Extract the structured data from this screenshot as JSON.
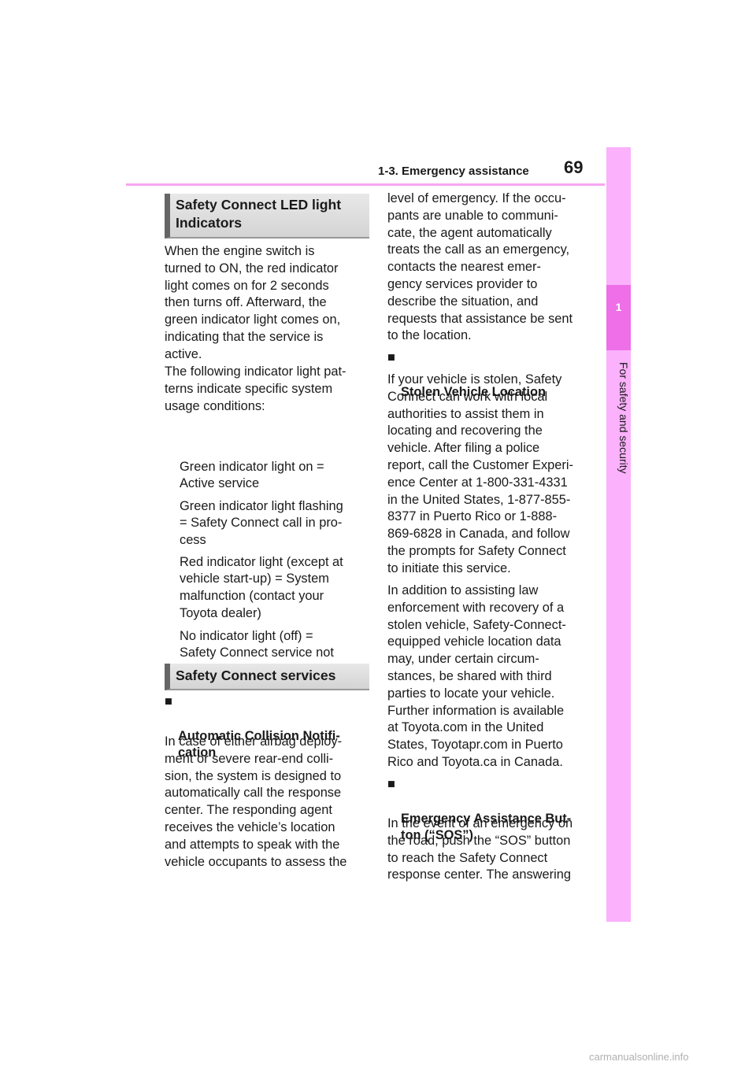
{
  "header": {
    "section_title": "1-3. Emergency assistance",
    "page_number": "69"
  },
  "side_tab": {
    "chapter_number": "1",
    "chapter_label": "For safety and security"
  },
  "left_column": {
    "heading_led": "Safety Connect LED light\nIndicators",
    "p1": "When the engine switch is\nturned to ON, the red indicator\nlight comes on for 2 seconds\nthen turns off. Afterward, the\ngreen indicator light comes on,\nindicating that the service is\nactive.",
    "p2": "The following indicator light pat-\nterns indicate specific system\nusage conditions:",
    "bullets": [
      "Green indicator light on =\nActive service",
      "Green indicator light flashing\n= Safety Connect call in pro-\ncess",
      "Red indicator light (except at\nvehicle start-up) = System\nmalfunction (contact your\nToyota dealer)",
      "No indicator light (off) =\nSafety Connect service not\nactive"
    ],
    "heading_services": "Safety Connect services",
    "sub_acn": "Automatic Collision Notifi-\ncation",
    "p_acn": "In case of either airbag deploy-\nment or severe rear-end colli-\nsion, the system is designed to\nautomatically call the response\ncenter. The responding agent\nreceives the vehicle’s location\nand attempts to speak with the\nvehicle occupants to assess the"
  },
  "right_column": {
    "p_acn_cont": "level of emergency. If the occu-\npants are unable to communi-\ncate, the agent automatically\ntreats the call as an emergency,\ncontacts the nearest emer-\ngency services provider to\ndescribe the situation, and\nrequests that assistance be sent\nto the location.",
    "sub_stolen": "Stolen Vehicle Location",
    "p_stolen1": "If your vehicle is stolen, Safety\nConnect can work with local\nauthorities to assist them in\nlocating and recovering the\nvehicle. After filing a police\nreport, call the Customer Experi-\nence Center at 1-800-331-4331\nin the United States, 1-877-855-\n8377 in Puerto Rico or 1-888-\n869-6828 in Canada, and follow\nthe prompts for Safety Connect\nto initiate this service.",
    "p_stolen2": "In addition to assisting law\nenforcement with recovery of a\nstolen vehicle, Safety-Connect-\nequipped vehicle location data\nmay, under certain circum-\nstances, be shared with third\nparties to locate your vehicle.\nFurther information is available\nat Toyota.com in the United\nStates, Toyotapr.com in Puerto\nRico and Toyota.ca in Canada.",
    "sub_sos": "Emergency Assistance But-\nton (“SOS”)",
    "p_sos": "In the event of an emergency on\nthe road, push the “SOS” button\nto reach the Safety Connect\nresponse center. The answering"
  },
  "glyphs": {
    "bullet": "",
    "square": "■"
  },
  "footer": {
    "watermark": "carmanualsonline.info"
  }
}
